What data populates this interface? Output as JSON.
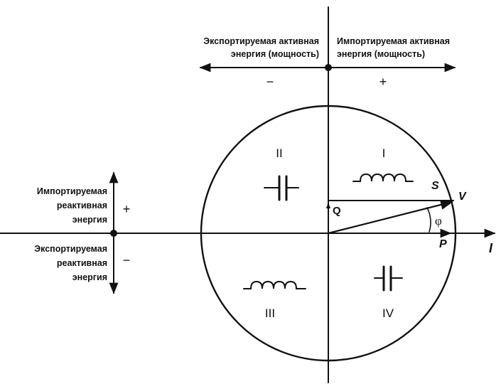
{
  "top_left_label": {
    "line1": "Экспортируемая активная",
    "line2": "энергия (мощность)"
  },
  "top_right_label": {
    "line1": "Импортируемая активная",
    "line2": "энергия (мощность)"
  },
  "left_upper_label": {
    "line1": "Импортируемая",
    "line2": "реактивная",
    "line3": "энергия"
  },
  "left_lower_label": {
    "line1": "Экспортируемая",
    "line2": "реактивная",
    "line3": "энергия"
  },
  "signs": {
    "active_negative": "−",
    "active_positive": "+",
    "reactive_positive": "+",
    "reactive_negative": "−"
  },
  "quadrants": {
    "q1": "I",
    "q2": "II",
    "q3": "III",
    "q4": "IV"
  },
  "vector_labels": {
    "S": "S",
    "V": "V",
    "Q": "Q",
    "P": "P",
    "phi": "φ",
    "I": "I"
  },
  "colors": {
    "ink": "#111111",
    "background": "#ffffff"
  }
}
